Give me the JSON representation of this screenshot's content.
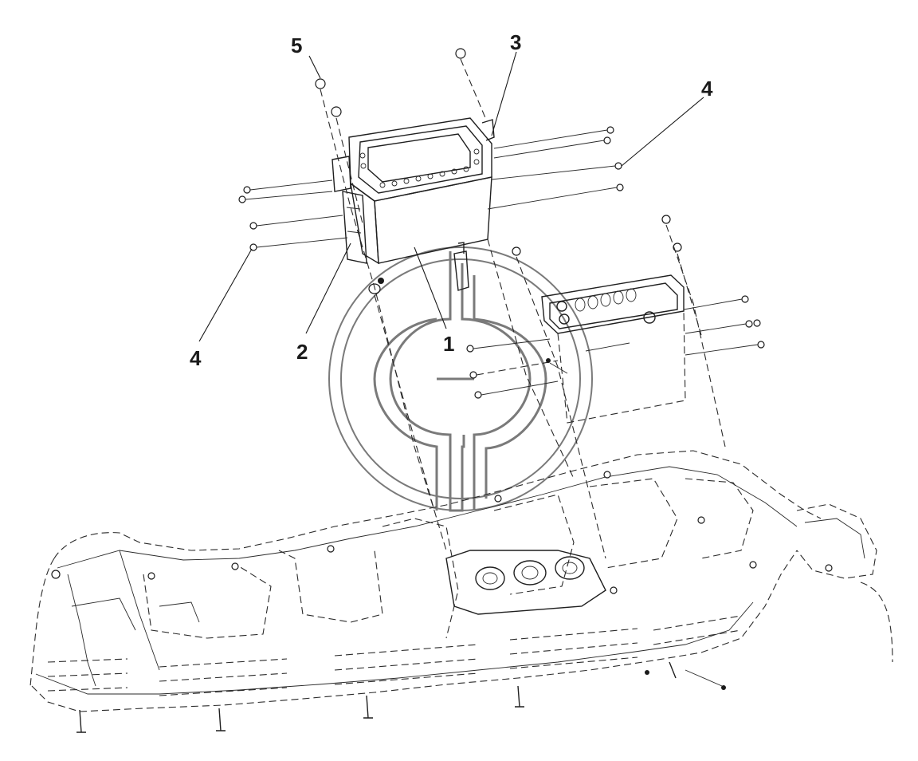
{
  "diagram": {
    "callouts": [
      {
        "id": "c5",
        "label": "5"
      },
      {
        "id": "c3",
        "label": "3"
      },
      {
        "id": "c4a",
        "label": "4"
      },
      {
        "id": "c4b",
        "label": "4"
      },
      {
        "id": "c2",
        "label": "2"
      },
      {
        "id": "c1",
        "label": "1"
      }
    ],
    "colors": {
      "line": "#1f1f1f",
      "watermark": "#7a7a7a",
      "background": "#ffffff"
    }
  }
}
